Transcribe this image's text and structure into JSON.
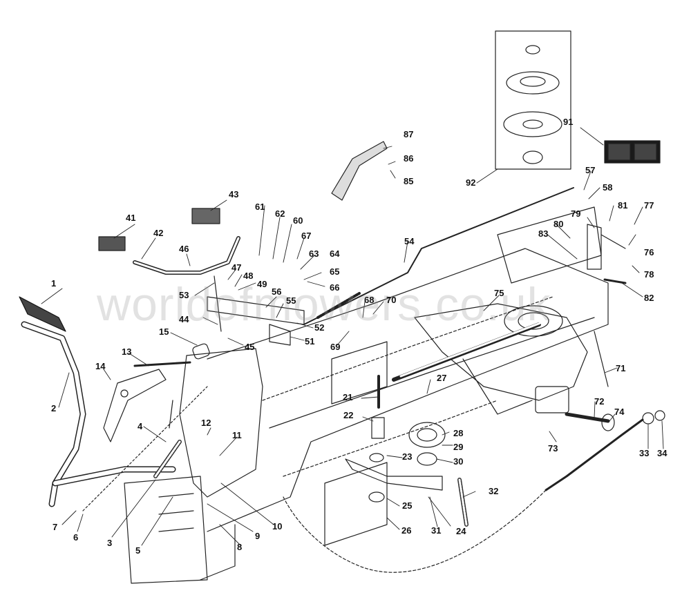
{
  "watermark": "worldofmowers.co.uk",
  "callouts": [
    "1",
    "2",
    "3",
    "4",
    "5",
    "6",
    "7",
    "8",
    "9",
    "10",
    "11",
    "12",
    "13",
    "14",
    "15",
    "21",
    "22",
    "23",
    "24",
    "25",
    "26",
    "27",
    "28",
    "29",
    "30",
    "31",
    "32",
    "33",
    "34",
    "41",
    "42",
    "43",
    "44",
    "45",
    "46",
    "47",
    "48",
    "49",
    "51",
    "52",
    "53",
    "54",
    "55",
    "56",
    "57",
    "58",
    "60",
    "61",
    "62",
    "63",
    "64",
    "65",
    "66",
    "67",
    "68",
    "69",
    "70",
    "71",
    "72",
    "73",
    "74",
    "75",
    "76",
    "77",
    "78",
    "79",
    "80",
    "81",
    "82",
    "83",
    "85",
    "86",
    "87",
    "91",
    "92"
  ]
}
